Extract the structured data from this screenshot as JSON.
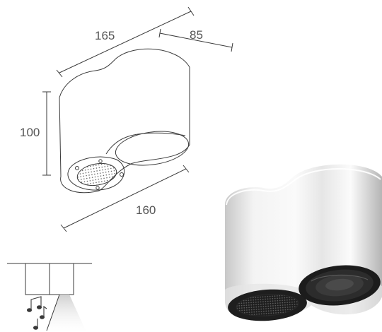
{
  "dimensions": {
    "length_top": "165",
    "depth": "85",
    "height": "100",
    "length_bottom": "160"
  },
  "colors": {
    "line": "#3a3a3a",
    "label": "#555555",
    "body_light": "#f4f4f4",
    "body_mid": "#d0d0d0",
    "body_dark": "#9a9a9a",
    "trim_black": "#1e1e1e",
    "beam": "#d8d8d8"
  },
  "icons": [
    "music-notes-icon",
    "light-beam-icon",
    "speaker-grille-icon",
    "lens-icon"
  ]
}
